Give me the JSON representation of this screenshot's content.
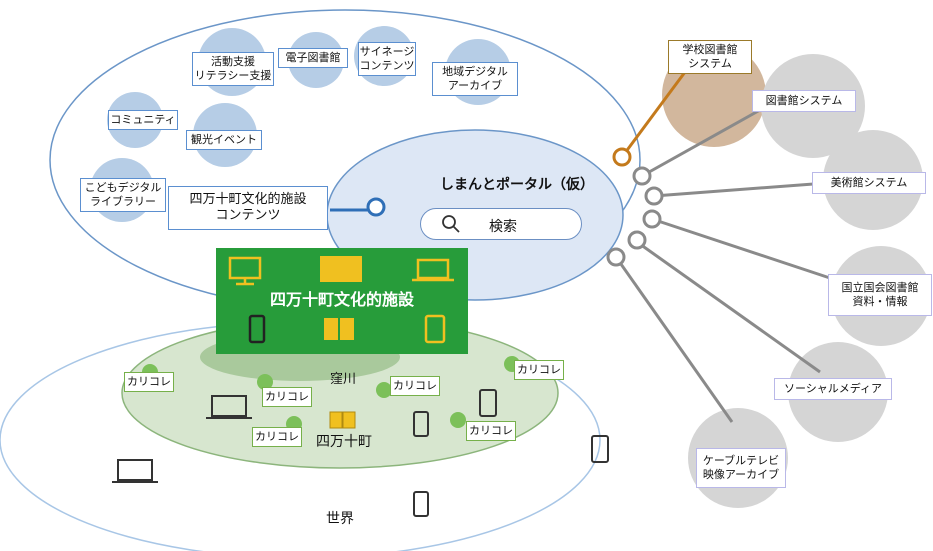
{
  "portal": {
    "title": "しまんとポータル（仮）",
    "search_label": "検索"
  },
  "facility": {
    "title": "四万十町文化的施設",
    "contents_label": "四万十町文化的施設\nコンテンツ"
  },
  "content_items": [
    {
      "key": "katsudo",
      "label": "活動支援\nリテラシー支援"
    },
    {
      "key": "denshi",
      "label": "電子図書館"
    },
    {
      "key": "signage",
      "label": "サイネージ\nコンテンツ"
    },
    {
      "key": "chiiki",
      "label": "地域デジタル\nアーカイブ"
    },
    {
      "key": "community",
      "label": "コミュニティ"
    },
    {
      "key": "kanko",
      "label": "観光イベント"
    },
    {
      "key": "kodomo",
      "label": "こどもデジタル\nライブラリー"
    }
  ],
  "external_systems": [
    {
      "key": "gakko",
      "label": "学校図書館\nシステム"
    },
    {
      "key": "tosho",
      "label": "図書館システム"
    },
    {
      "key": "bijutsu",
      "label": "美術館システム"
    },
    {
      "key": "kokuritsu",
      "label": "国立国会図書館\n資料・情報"
    },
    {
      "key": "social",
      "label": "ソーシャルメディア"
    },
    {
      "key": "cable",
      "label": "ケーブルテレビ\n映像アーカイブ"
    }
  ],
  "town": {
    "name": "四万十町",
    "district": "窪川",
    "karikore": "カリコレ"
  },
  "world": {
    "label": "世界"
  },
  "colors": {
    "content_border": "#5b8fd0",
    "green_banner": "#279c3a",
    "karikore_border": "#76b04a",
    "school_circle": "#d2b79d",
    "system_circle": "#d5d5d5",
    "connector": "#8a8a8a",
    "school_connector": "#c47a1c"
  }
}
